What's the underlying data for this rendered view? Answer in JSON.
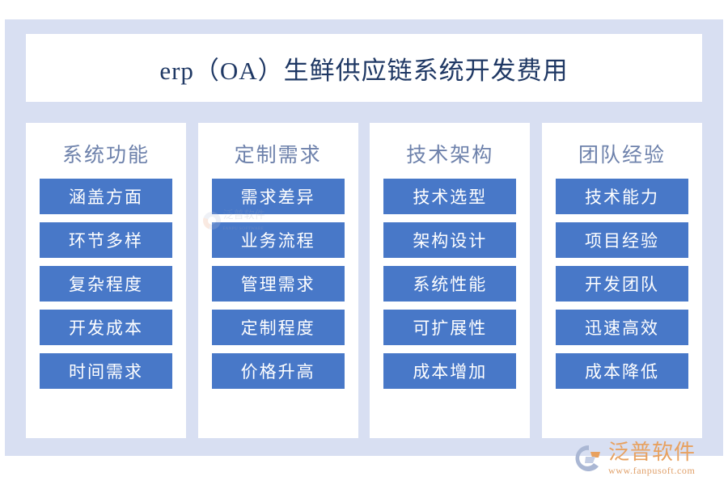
{
  "page": {
    "title": "erp（OA）生鲜供应链系统开发费用",
    "background_color": "#d8dff2",
    "card_color": "#ffffff",
    "title_color": "#1f3864",
    "header_color": "#6d81ab",
    "pill_color": "#4878c8",
    "pill_text_color": "#ffffff"
  },
  "columns": [
    {
      "header": "系统功能",
      "items": [
        "涵盖方面",
        "环节多样",
        "复杂程度",
        "开发成本",
        "时间需求"
      ]
    },
    {
      "header": "定制需求",
      "items": [
        "需求差异",
        "业务流程",
        "管理需求",
        "定制程度",
        "价格升高"
      ]
    },
    {
      "header": "技术架构",
      "items": [
        "技术选型",
        "架构设计",
        "系统性能",
        "可扩展性",
        "成本增加"
      ]
    },
    {
      "header": "团队经验",
      "items": [
        "技术能力",
        "项目经验",
        "开发团队",
        "迅速高效",
        "成本降低"
      ]
    }
  ],
  "watermark": {
    "name": "泛普软件",
    "sub": "FANPU SOFTWARE"
  },
  "brand": {
    "name": "泛普软件",
    "url": "www.fanpusoft.com",
    "name_color": "#e8a15f",
    "url_color": "#e0a06a"
  }
}
